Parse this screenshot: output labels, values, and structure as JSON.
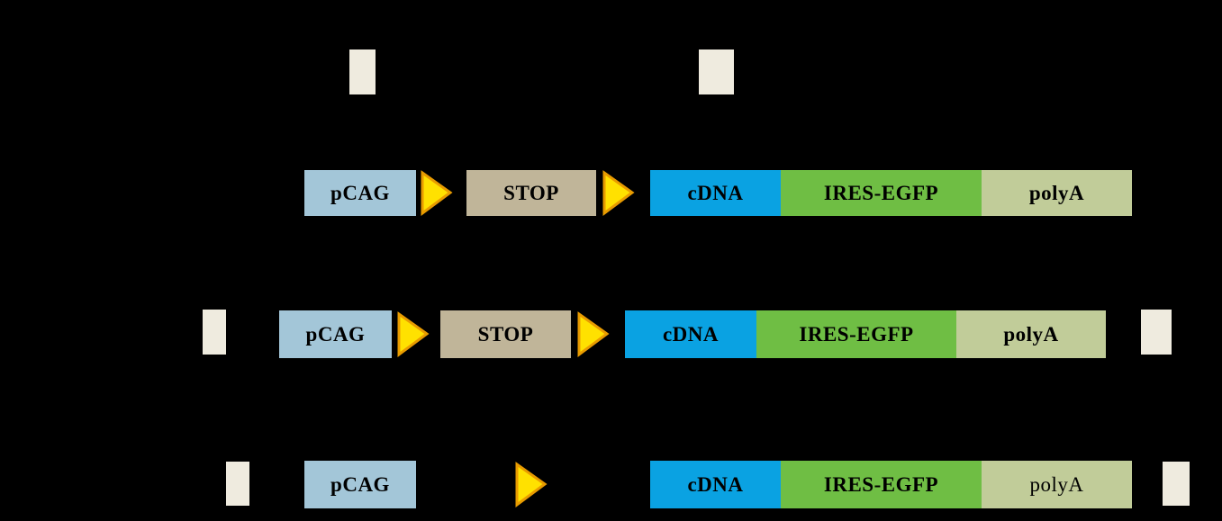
{
  "colors": {
    "background": "#000000",
    "pcag": "#A3C6D8",
    "stop": "#C0B599",
    "cdna": "#0AA2E2",
    "ires_egfp": "#6FBE44",
    "polya": "#C1CC99",
    "probe": "#EFEBDF",
    "lox_fill": "#FFE100",
    "lox_border": "#E89B00",
    "label_text": "#000000"
  },
  "construct_top": {
    "pcag": "pCAG",
    "stop": "STOP",
    "cdna": "cDNA",
    "ires_egfp": "IRES-EGFP",
    "polya": "polyA"
  },
  "construct_middle": {
    "pcag": "pCAG",
    "stop": "STOP",
    "cdna": "cDNA",
    "ires_egfp": "IRES-EGFP",
    "polya": "polyA"
  },
  "construct_bottom": {
    "pcag": "pCAG",
    "cdna": "cDNA",
    "ires_egfp": "IRES-EGFP",
    "polya": "polyA"
  }
}
